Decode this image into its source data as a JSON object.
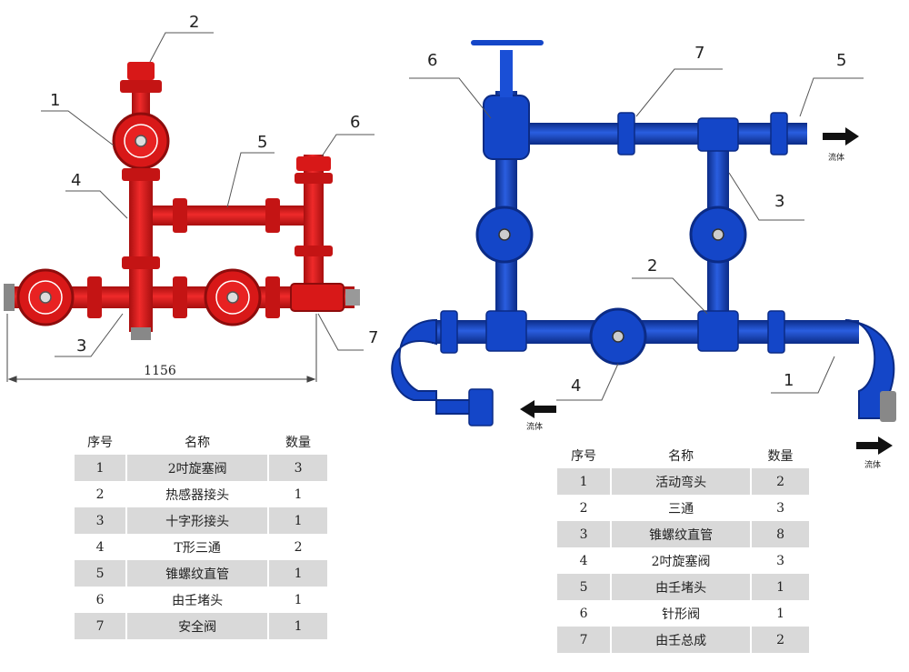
{
  "left_diagram": {
    "callouts": [
      "1",
      "2",
      "3",
      "4",
      "5",
      "6",
      "7"
    ],
    "dimension": "1156",
    "colors": {
      "pipe": "#e01b1b",
      "pipe_dark": "#a80f0f",
      "valve_face": "#d81818"
    }
  },
  "right_diagram": {
    "callouts": [
      "1",
      "2",
      "3",
      "4",
      "5",
      "6",
      "7"
    ],
    "flow_labels": [
      "流体",
      "流体",
      "流体"
    ],
    "colors": {
      "pipe": "#1446c8",
      "pipe_dark": "#0b2b86",
      "arrow": "#111111"
    }
  },
  "left_table": {
    "headers": [
      "序号",
      "名称",
      "数量"
    ],
    "rows": [
      [
        "1",
        "2吋旋塞阀",
        "3"
      ],
      [
        "2",
        "热感器接头",
        "1"
      ],
      [
        "3",
        "十字形接头",
        "1"
      ],
      [
        "4",
        "T形三通",
        "2"
      ],
      [
        "5",
        "锥螺纹直管",
        "1"
      ],
      [
        "6",
        "由壬堵头",
        "1"
      ],
      [
        "7",
        "安全阀",
        "1"
      ]
    ]
  },
  "right_table": {
    "headers": [
      "序号",
      "名称",
      "数量"
    ],
    "rows": [
      [
        "1",
        "活动弯头",
        "2"
      ],
      [
        "2",
        "三通",
        "3"
      ],
      [
        "3",
        "锥螺纹直管",
        "8"
      ],
      [
        "4",
        "2吋旋塞阀",
        "3"
      ],
      [
        "5",
        "由壬堵头",
        "1"
      ],
      [
        "6",
        "针形阀",
        "1"
      ],
      [
        "7",
        "由壬总成",
        "2"
      ]
    ]
  }
}
